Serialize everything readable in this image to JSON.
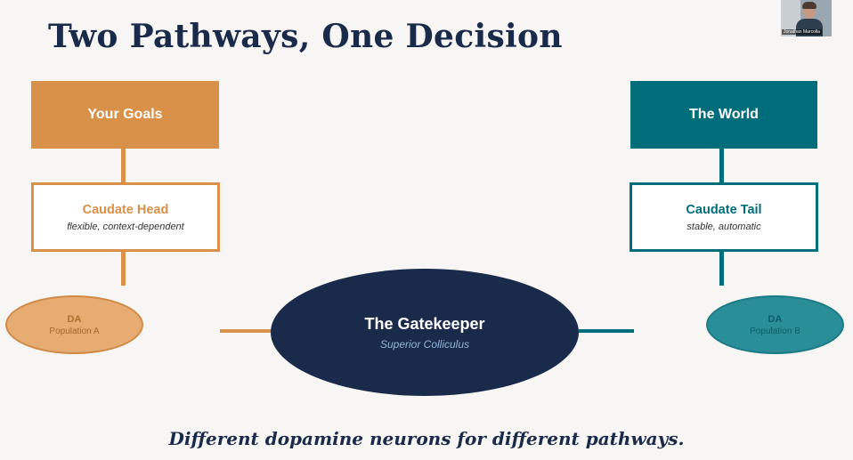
{
  "slide": {
    "title": "Two Pathways, One Decision",
    "caption": "Different dopamine neurons for different pathways."
  },
  "left": {
    "top_box": "Your Goals",
    "mid_box": {
      "name": "Caudate Head",
      "desc": "flexible, context-dependent"
    },
    "da": {
      "label": "DA",
      "population": "Population A"
    }
  },
  "right": {
    "top_box": "The World",
    "mid_box": {
      "name": "Caudate Tail",
      "desc": "stable, automatic"
    },
    "da": {
      "label": "DA",
      "population": "Population B"
    }
  },
  "center": {
    "name": "The Gatekeeper",
    "subtitle": "Superior Colliculus"
  },
  "webcam": {
    "name_tag": "Jonathan Marcolla"
  },
  "colors": {
    "orange": "#d99048",
    "orange_light": "#e6ac72",
    "teal": "#006e7a",
    "teal_light": "#2a8e99",
    "navy": "#1a2a4a"
  }
}
